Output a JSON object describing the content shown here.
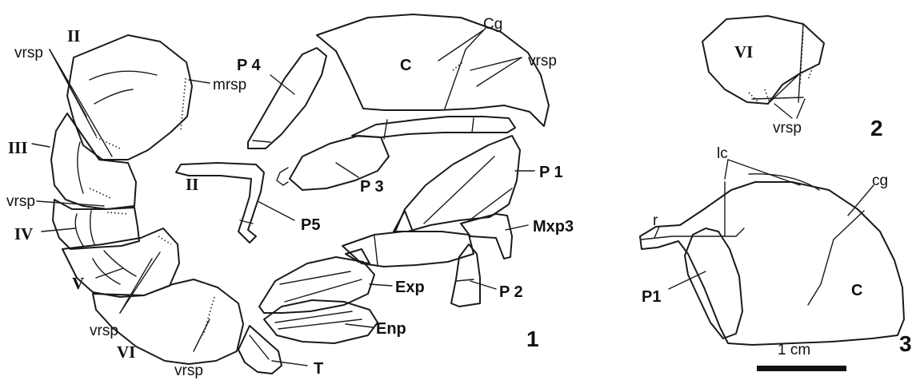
{
  "figure1": {
    "labels": {
      "II_top": "II",
      "II_p5": "II",
      "III": "III",
      "IV": "IV",
      "V": "V",
      "VI": "VI",
      "vrsp_a": "vrsp",
      "vrsp_b": "vrsp",
      "vrsp_c": "vrsp",
      "vrsp_d": "vrsp",
      "vrsp_e": "vrsp",
      "mrsp": "mrsp",
      "C": "C",
      "Cg": "Cg",
      "P4": "P 4",
      "P3": "P 3",
      "P5": "P5",
      "P1": "P 1",
      "Mxp3": "Mxp3",
      "Exp": "Exp",
      "Enp": "Enp",
      "P2": "P 2",
      "T": "T"
    },
    "number": "1"
  },
  "figure2": {
    "labels": {
      "VI": "VI",
      "vrsp": "vrsp"
    },
    "number": "2"
  },
  "figure3": {
    "labels": {
      "lc": "lc",
      "cg": "cg",
      "r": "r",
      "P1": "P1",
      "C": "C"
    },
    "number": "3",
    "scale_bar": "1 cm"
  }
}
